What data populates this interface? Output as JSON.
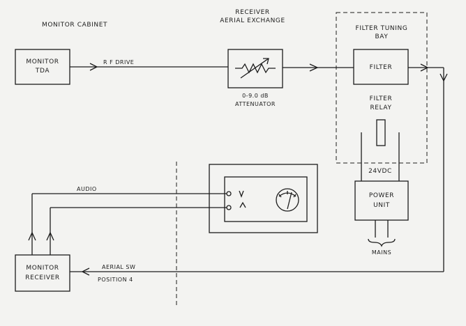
{
  "labels": {
    "monitor_cabinet": "MONITOR CABINET",
    "receiver_line1": "RECEIVER",
    "receiver_line2": "AERIAL EXCHANGE",
    "filter_bay_line1": "FILTER TUNING",
    "filter_bay_line2": "BAY",
    "monitor_tda_line1": "MONITOR",
    "monitor_tda_line2": "TDA",
    "rf_drive": "R F DRIVE",
    "attenuator_range": "0-9.0 dB",
    "attenuator": "ATTENUATOR",
    "filter": "FILTER",
    "filter_relay_line1": "FILTER",
    "filter_relay_line2": "RELAY",
    "supply_voltage": "24VDC",
    "power_unit_line1": "POWER",
    "power_unit_line2": "UNIT",
    "mains": "MAINS",
    "audio": "AUDIO",
    "monitor_receiver_line1": "MONITOR",
    "monitor_receiver_line2": "RECEIVER",
    "aerial_sw_line1": "AERIAL SW",
    "aerial_sw_line2": "POSITION 4"
  }
}
